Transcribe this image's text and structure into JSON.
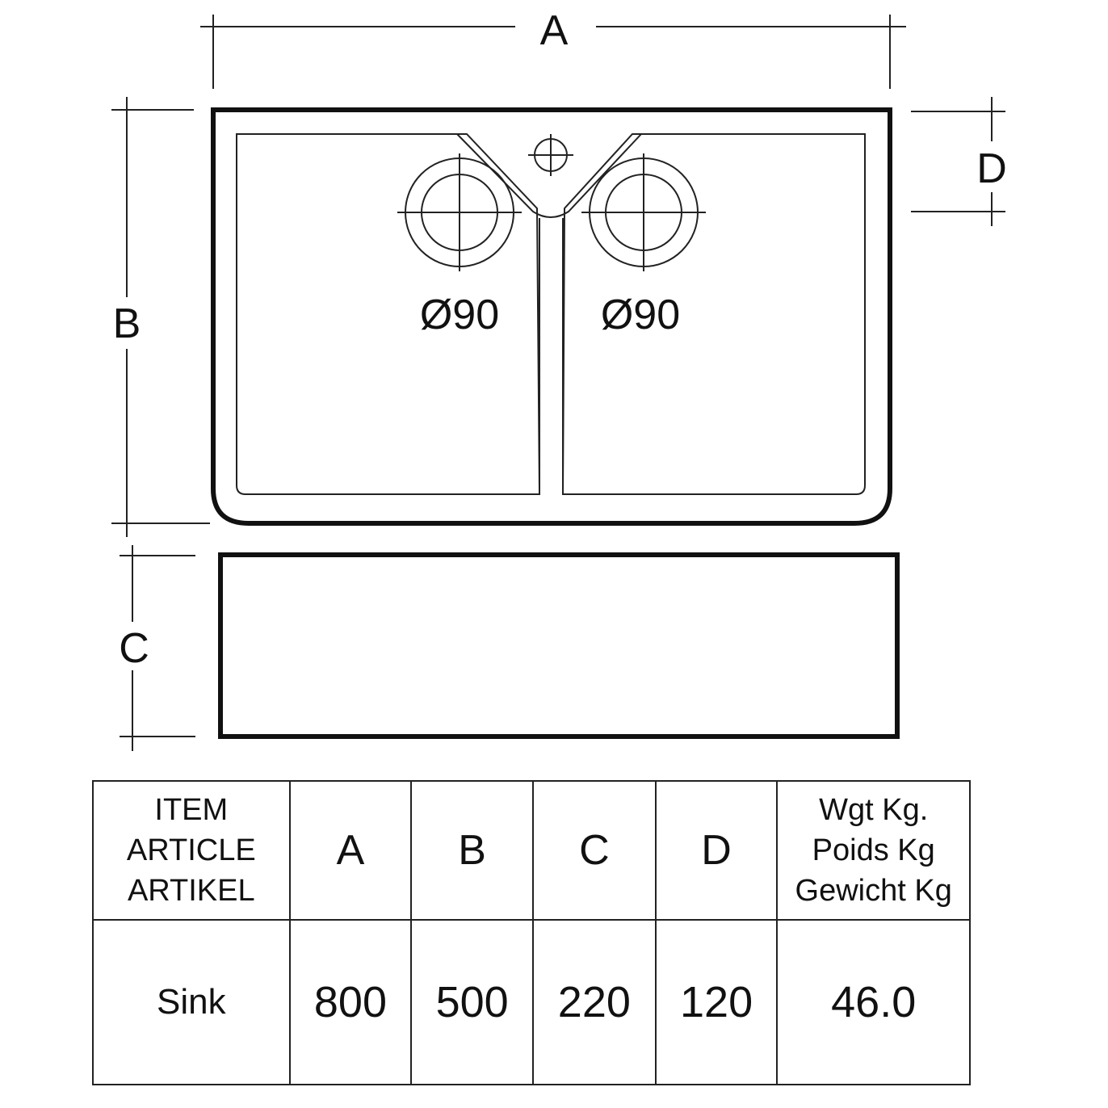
{
  "drawing": {
    "dimensions": {
      "a_label": "A",
      "b_label": "B",
      "c_label": "C",
      "d_label": "D"
    },
    "holes": [
      {
        "label": "Ø90"
      },
      {
        "label": "Ø90"
      }
    ]
  },
  "table": {
    "header": {
      "item_lines": [
        "ITEM",
        "ARTICLE",
        "ARTIKEL"
      ],
      "a": "A",
      "b": "B",
      "c": "C",
      "d": "D",
      "weight_lines": [
        "Wgt Kg.",
        "Poids Kg",
        "Gewicht Kg"
      ]
    },
    "rows": [
      {
        "item": "Sink",
        "a": "800",
        "b": "500",
        "c": "220",
        "d": "120",
        "weight": "46.0"
      }
    ]
  }
}
